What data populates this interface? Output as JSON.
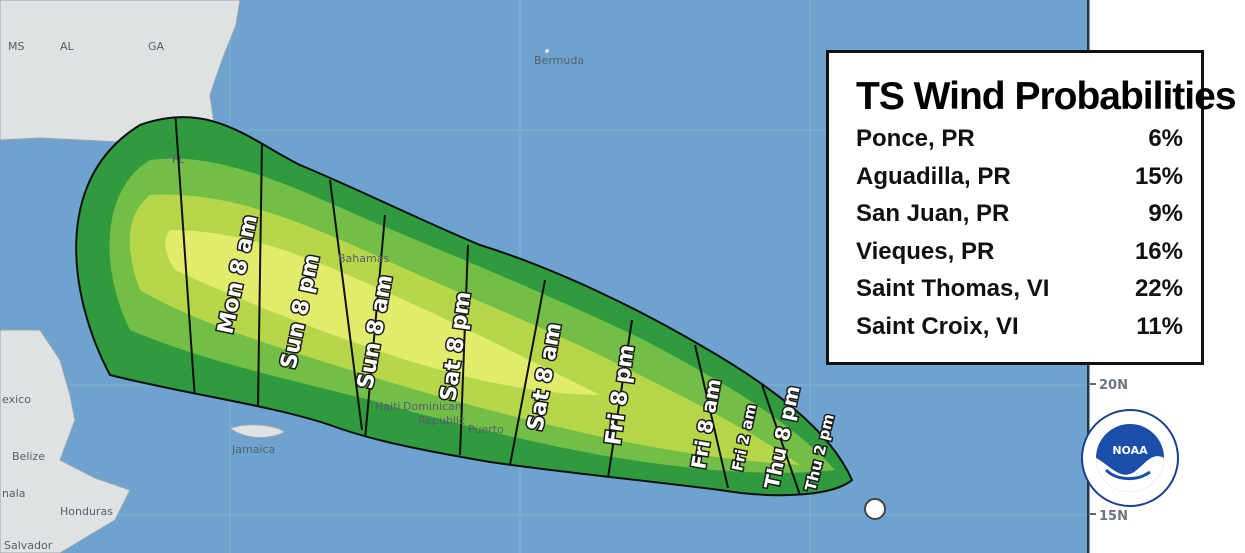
{
  "panel": {
    "title": "TS Wind Probabilities",
    "locations": [
      {
        "name": "Ponce, PR",
        "value": "6%"
      },
      {
        "name": "Aguadilla, PR",
        "value": "15%"
      },
      {
        "name": "San Juan, PR",
        "value": "9%"
      },
      {
        "name": "Vieques, PR",
        "value": "16%"
      },
      {
        "name": "Saint Thomas, VI",
        "value": "22%"
      },
      {
        "name": "Saint Croix, VI",
        "value": "11%"
      }
    ]
  },
  "map": {
    "place_labels": {
      "ms": "MS",
      "al": "AL",
      "ga": "GA",
      "fl": "FL",
      "bermuda": "Bermuda",
      "bahamas": "Bahamas",
      "mexico": "exico",
      "belize": "Belize",
      "guatemala": "nala",
      "honduras": "Honduras",
      "salvador": "Salvador",
      "jamaica": "Jamaica",
      "haiti": "Haiti",
      "dominican": "Dominican",
      "republic": "Republic",
      "puerto": "Puerto"
    },
    "latitude_labels": {
      "n20": "20N",
      "n15": "15N"
    },
    "forecast_times": [
      {
        "label": "Mon 8 am"
      },
      {
        "label": "Sun 8 pm"
      },
      {
        "label": "Sun 8 am"
      },
      {
        "label": "Sat 8 pm"
      },
      {
        "label": "Sat 8 am"
      },
      {
        "label": "Fri 8 pm"
      },
      {
        "label": "Fri 8 am"
      },
      {
        "label": "Fri 2 am"
      },
      {
        "label": "Thu 8 pm"
      },
      {
        "label": "Thu 2 pm"
      }
    ],
    "colors": {
      "ocean": "#6fa3cf",
      "land": "#dfe2e3",
      "outer_cone": "#2f9a3e",
      "mid_cone": "#72be46",
      "inner_cone": "#b7d74a",
      "core_cone": "#e1eb6c",
      "grid": "#8fb5d6",
      "border": "#111111"
    }
  },
  "logo": {
    "text": "NOAA"
  }
}
